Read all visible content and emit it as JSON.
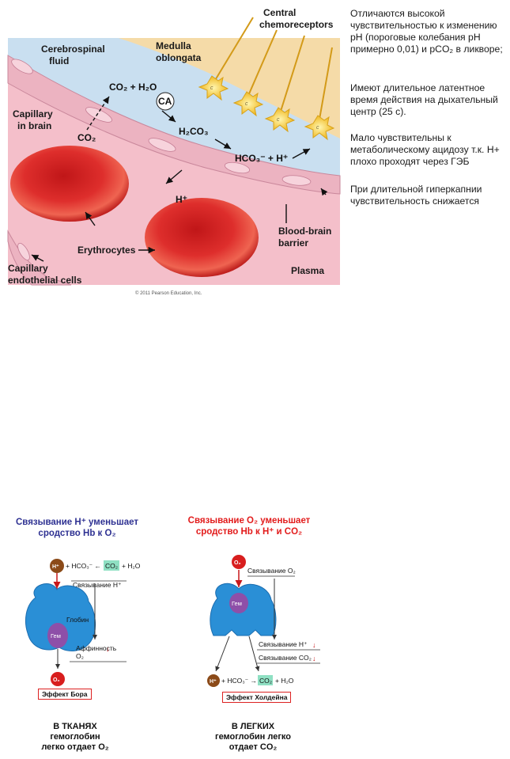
{
  "top_figure": {
    "labels": {
      "central_chemoreceptors": [
        "Central",
        "chemoreceptors"
      ],
      "csf": [
        "Cerebrospinal",
        "fluid"
      ],
      "medulla": [
        "Medulla",
        "oblongata"
      ],
      "capillary": [
        "Capillary",
        "in brain"
      ],
      "erythrocytes": "Erythrocytes",
      "bbb": [
        "Blood-brain",
        "barrier"
      ],
      "endothelial": [
        "Capillary",
        "endothelial cells"
      ],
      "plasma": "Plasma",
      "ca": "CA",
      "receptor_letter": "c"
    },
    "chemistry": {
      "co2": "CO₂",
      "co2_h2o": "CO₂ + H₂O",
      "h2co3": "H₂CO₃",
      "hco3_h": "HCO₃⁻ + H⁺",
      "h_plus": "H⁺"
    },
    "copyright": "© 2011 Pearson Education, Inc."
  },
  "side_notes": [
    "Отличаются высокой чувствительностью к изменению pH (пороговые колебания pH примерно 0,01) и pCO₂ в ликворе;",
    "Имеют длительное латентное время действия на дыхательный центр (25 с).",
    "Мало чувствительны к метаболическому ацидозу т.к. H+ плохо проходят через ГЭБ",
    "При длительной гиперкапнии чувствительность снижается"
  ],
  "left_panel": {
    "title": [
      "Связывание H⁺ уменьшает",
      "сродство Hb к O₂"
    ],
    "h": "H⁺",
    "reaction": "+ HCO₃⁻ ←",
    "co2": "CO₂",
    "h2o": "+ H₂O",
    "binding_h": "Связывание H⁺",
    "globin": "Глобин",
    "heme": "Гем",
    "affinity": [
      "Аффинность",
      "O₂"
    ],
    "o2": "O₂",
    "effect": "Эффект Бора",
    "caption": [
      "В ТКАНЯХ",
      "гемоглобин",
      "легко отдает O₂"
    ]
  },
  "right_panel": {
    "title": [
      "Связывание O₂ уменьшает",
      "сродство Hb к H⁺ и CO₂"
    ],
    "o2": "O₂",
    "binding_o2": "Связывание O₂",
    "heme": "Гем",
    "binding_h": "Связывание H⁺",
    "binding_co2": "Связывание CO₂",
    "h": "H⁺",
    "reaction": "+ HCO₃⁻ →",
    "co2": "CO₂",
    "h2o": "+ H₂O",
    "effect": "Эффект Холдейна",
    "caption": [
      "В ЛЕГКИХ",
      "гемоглобин легко",
      "отдает CO₂"
    ]
  },
  "colors": {
    "title_blue": "#2e3192",
    "title_red": "#e21b1b",
    "protein_blue": "#2a8fd6",
    "heme_purple": "#8e4fa8",
    "csf_blue": "#c8dff0",
    "plasma_pink": "#f4c2cd",
    "medulla_orange": "#f3d9a6",
    "erythrocyte_red": "#d8262a"
  }
}
